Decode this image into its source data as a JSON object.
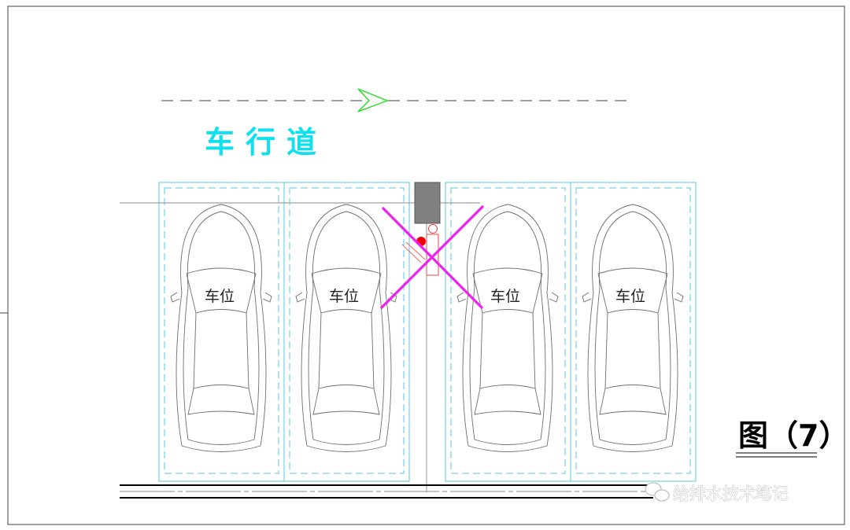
{
  "lane": {
    "label": "车行道"
  },
  "spots": [
    {
      "label": "车位"
    },
    {
      "label": "车位"
    },
    {
      "label": "车位"
    },
    {
      "label": "车位"
    }
  ],
  "figure": {
    "label": "图（7）"
  },
  "watermark": {
    "text": "给排水技术笔记",
    "icon": "wechat-icon"
  },
  "colors": {
    "lane_label": "#10e0ee",
    "direction_arrow": "#22dd22",
    "parking_bay": "#56c8d8",
    "cross_mark": "#ee22ee",
    "hydrant": "#ee0000",
    "equipment_box": "#808080"
  }
}
